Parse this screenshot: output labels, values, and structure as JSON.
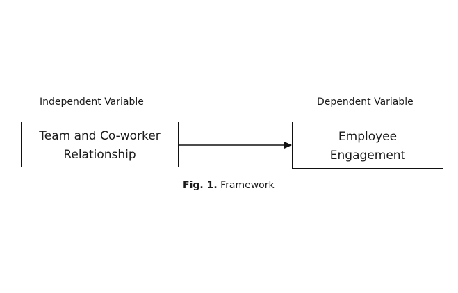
{
  "labels": {
    "independent": "Independent Variable",
    "dependent": "Dependent Variable"
  },
  "boxes": {
    "left": {
      "line1": "Team and Co-worker",
      "line2": "Relationship"
    },
    "right": {
      "line1": "Employee",
      "line2": "Engagement"
    }
  },
  "caption": {
    "prefix": "Fig. 1.",
    "text": "Framework"
  },
  "colors": {
    "line": "#111111",
    "text": "#1a1a1a",
    "background": "#ffffff"
  },
  "icons": {
    "arrow": "right-arrow"
  }
}
